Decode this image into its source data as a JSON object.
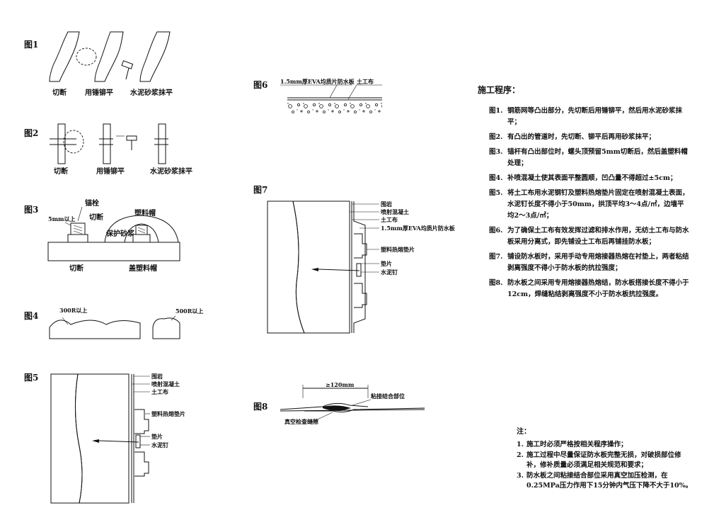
{
  "figures": {
    "fig1": {
      "title": "图1",
      "labels": [
        "切断",
        "用锤铆平",
        "水泥砂浆抹平"
      ]
    },
    "fig2": {
      "title": "图2",
      "labels": [
        "切断",
        "用锤铆平",
        "水泥砂浆抹平"
      ]
    },
    "fig3": {
      "title": "图3",
      "label_bolt": "锚栓",
      "label_5mm": "5mm以上",
      "label_cut_top": "切断",
      "label_plastic_cap": "塑料帽",
      "label_protect": "保护砂浆",
      "label_cut": "切断",
      "label_cap": "盖塑料帽"
    },
    "fig4": {
      "title": "图4",
      "label_300r": "300R以上",
      "label_500r": "500R以上"
    },
    "fig5": {
      "title": "图5",
      "labels": [
        "围岩",
        "喷射混凝土",
        "土工布",
        "塑料热熔垫片",
        "垫片",
        "水泥钉"
      ]
    },
    "fig6": {
      "title": "图6",
      "label_board": "1.5mm厚EVA均质片防水板",
      "label_cloth": "土工布"
    },
    "fig7": {
      "title": "图7",
      "labels": [
        "围岩",
        "喷射混凝土",
        "土工布",
        "1.5mm厚EVA均质片防水板",
        "塑料热熔垫片",
        "垫片",
        "水泥钉"
      ]
    },
    "fig8": {
      "title": "图8",
      "label_dim": "≥120mm",
      "label_joint": "粘接结合部位",
      "label_vacuum": "真空检查缝隙"
    }
  },
  "procedure": {
    "title": "施工程序：",
    "items": [
      {
        "num": "图1.",
        "text": "钢筋网等凸出部分，先切断后用锤铆平，然后用水泥砂浆抹平；"
      },
      {
        "num": "图2.",
        "text": "有凸出的管道时，先切断、铆平后再用砂浆抹平；"
      },
      {
        "num": "图3.",
        "text": "锚杆有凸出部位时，螺头顶预留5mm切断后，然后盖塑料帽处理；"
      },
      {
        "num": "图4.",
        "text": "补喷混凝土使其表面平整圆顺，凹凸量不得超过±5cm；"
      },
      {
        "num": "图5.",
        "text": "将土工布用水泥钢钉及塑料热熔垫片固定在喷射混凝土表面，水泥钉长度不得小于50mm，拱顶平均3～4点/㎡，边墙平均2～3点/㎡；"
      },
      {
        "num": "图6.",
        "text": "为了确保土工布有效发挥过滤和排水作用，无纺土工布与防水板采用分离式，即先铺设土工布后再铺挂防水板；"
      },
      {
        "num": "图7.",
        "text": "铺设防水板时，采用手动专用熔接器热熔在衬垫上，两者粘结剥离强度不得小于防水板的抗拉强度；"
      },
      {
        "num": "图8.",
        "text": "防水板之间采用专用熔接器热熔结，防水板搭接长度不得小于12cm，焊缝粘结剥离强度不小于防水板抗拉强度。"
      }
    ]
  },
  "notes": {
    "title": "注：",
    "items": [
      {
        "num": "1.",
        "text": "施工时必须严格按相关程序操作；"
      },
      {
        "num": "2.",
        "text": "施工过程中尽量保证防水板完整无损，对破损部位修补，修补质量必须满足相关规范和要求；"
      },
      {
        "num": "3.",
        "text": "防水板之间粘接结合部位采用真空加压检测，在0.25MPa压力作用下15分钟内气压下降不大于10%。"
      }
    ]
  }
}
